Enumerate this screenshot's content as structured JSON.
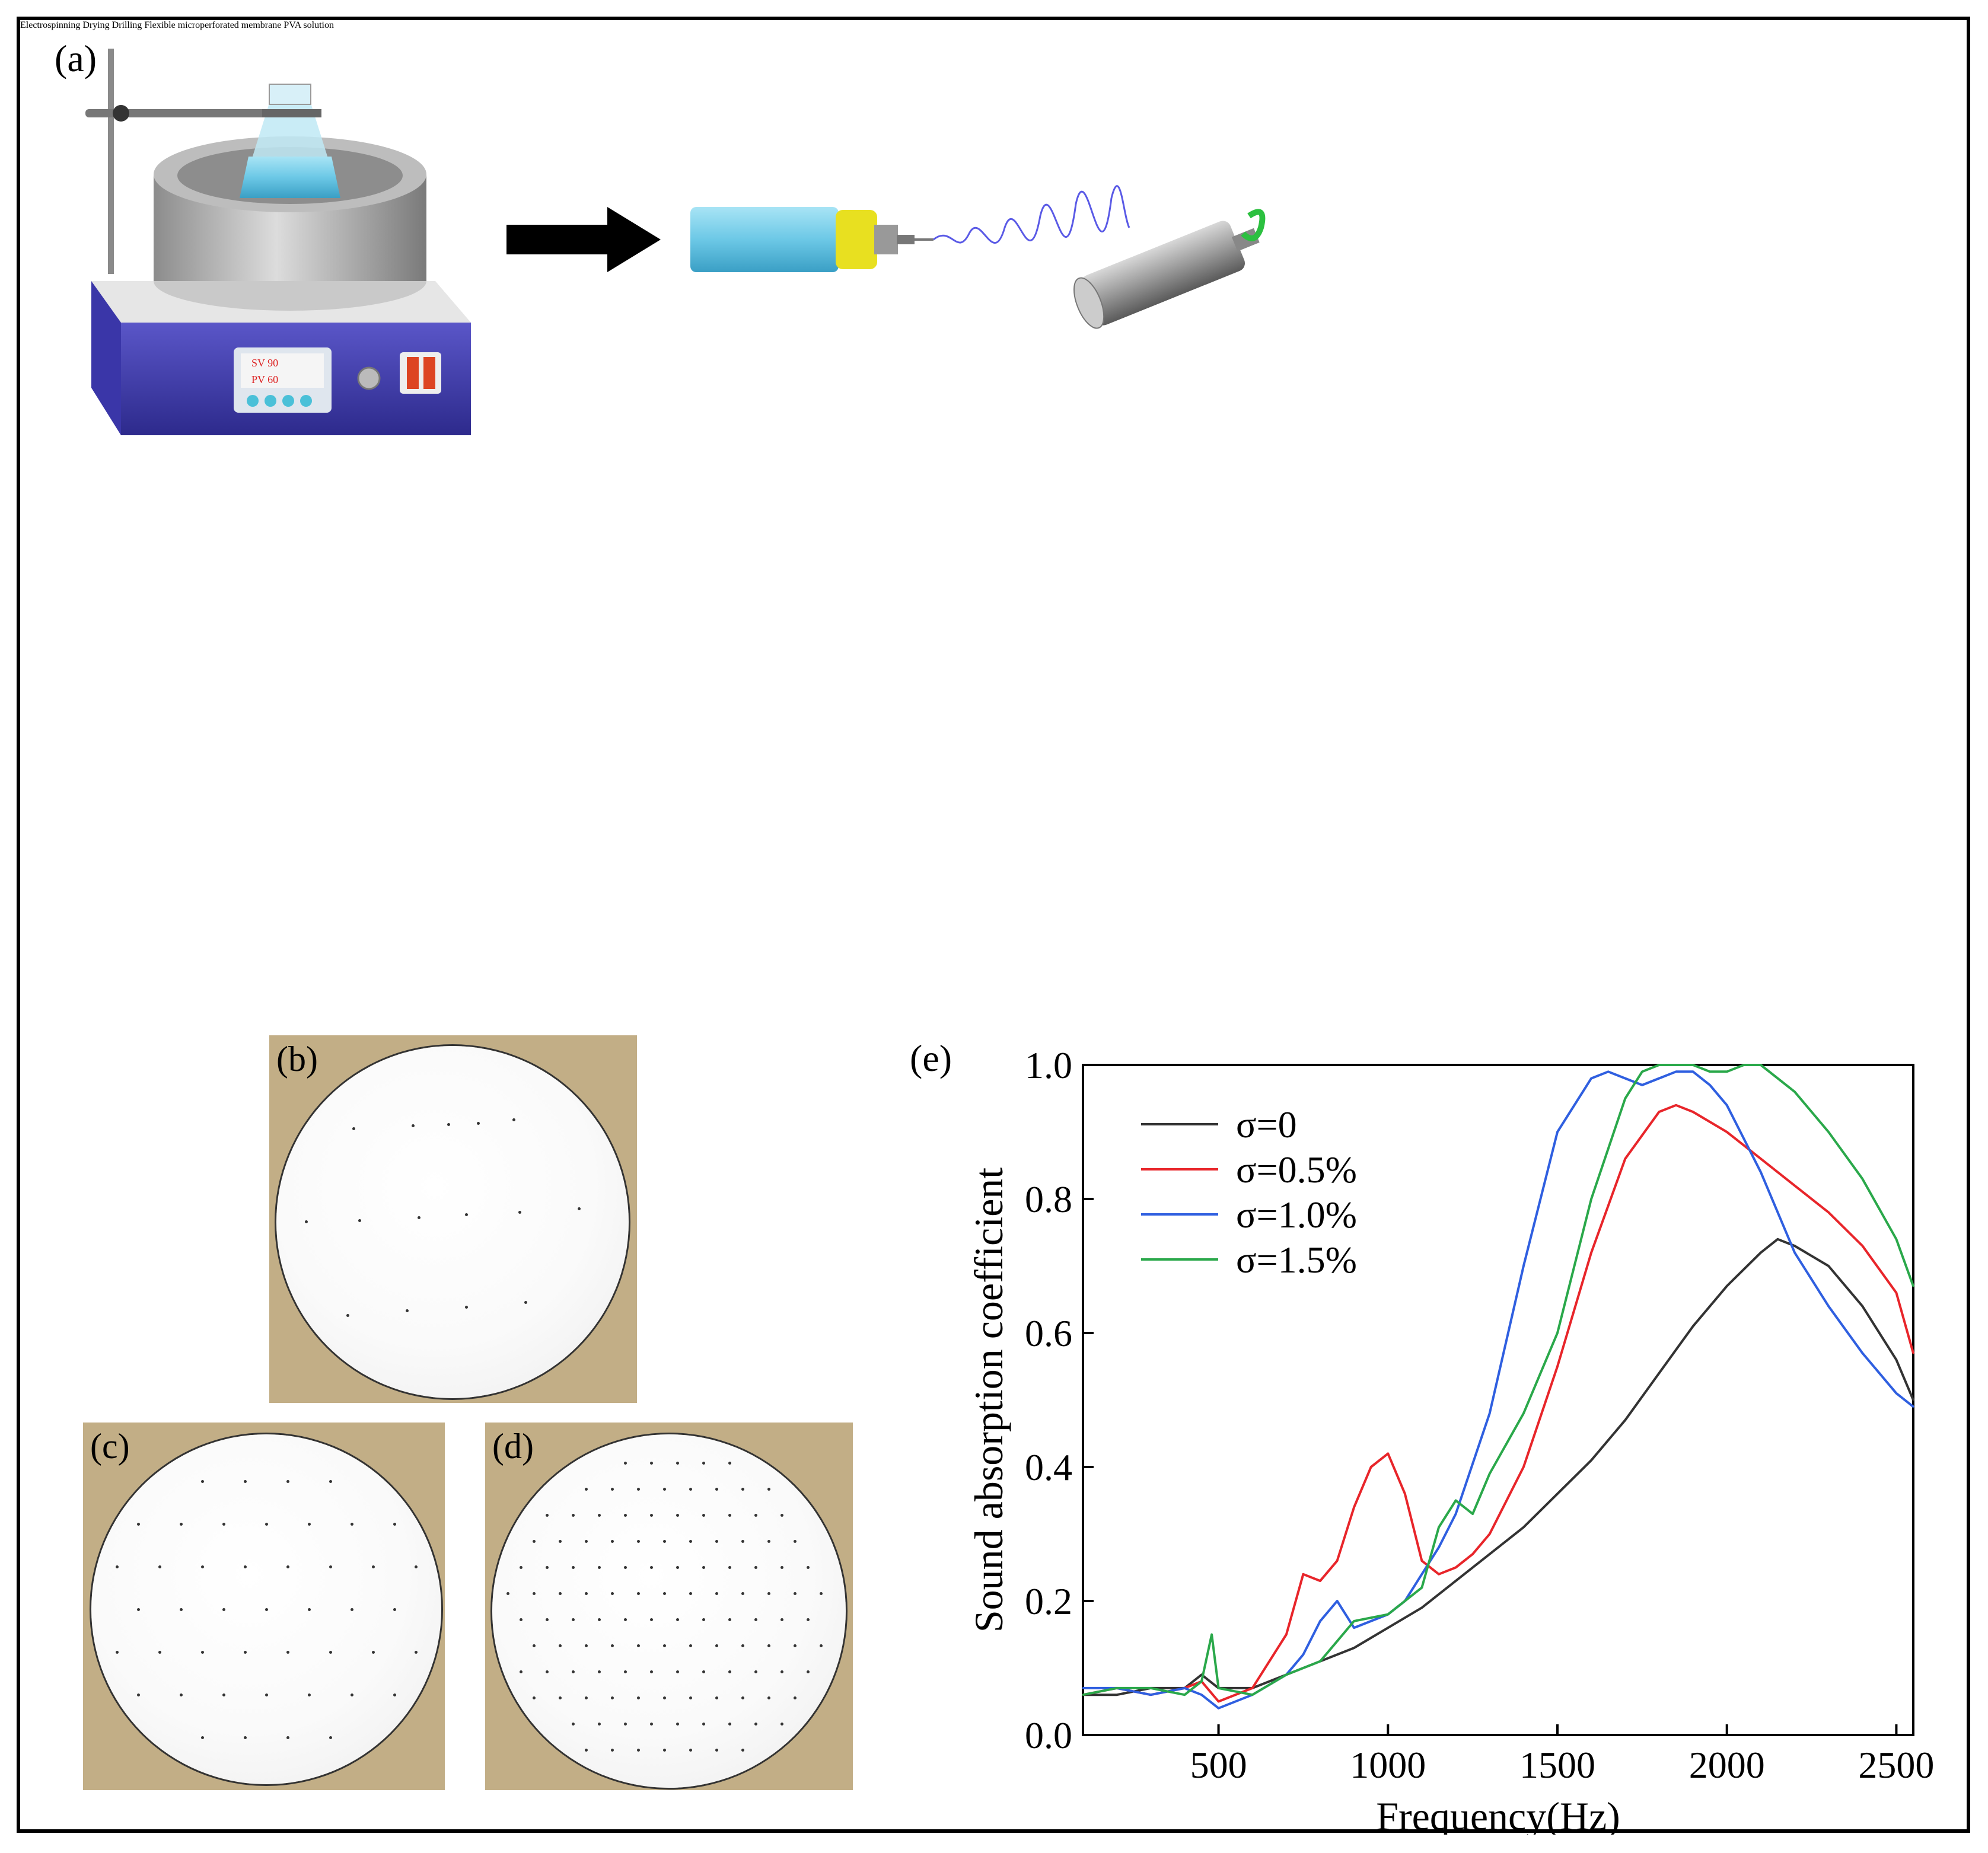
{
  "panels": {
    "a": {
      "label": "(a)"
    },
    "b": {
      "label": "(b)"
    },
    "c": {
      "label": "(c)"
    },
    "d": {
      "label": "(d)"
    },
    "e": {
      "label": "(e)"
    }
  },
  "process": {
    "steps": [
      {
        "label": "PVA solution"
      },
      {
        "label": "Electrospinning"
      },
      {
        "label": "Drying"
      },
      {
        "label": "Drilling"
      },
      {
        "label": "Flexible microperforated membrane"
      }
    ],
    "device_display": {
      "line1": "SV 90",
      "line2": "PV 60"
    }
  },
  "colors": {
    "sigma_0": "#333333",
    "sigma_0_5": "#e8252a",
    "sigma_1_0": "#2f5fe0",
    "sigma_1_5": "#2aa84a",
    "membrane": "#1f6fb5",
    "photo_background": "#c2ae86"
  },
  "chart_data": {
    "type": "line",
    "title": "",
    "xlabel": "Frequency(Hz)",
    "ylabel": "Sound absorption coefficient",
    "xlim": [
      100,
      2550
    ],
    "ylim": [
      0.0,
      1.0
    ],
    "xticks": [
      500,
      1000,
      1500,
      2000,
      2500
    ],
    "xtick_labels": [
      "500",
      "1000",
      "1500",
      "2000",
      "2500"
    ],
    "yticks": [
      0.0,
      0.2,
      0.4,
      0.6,
      0.8,
      1.0
    ],
    "ytick_labels": [
      "0.0",
      "0.2",
      "0.4",
      "0.6",
      "0.8",
      "1.0"
    ],
    "grid": false,
    "legend_position": "top-left",
    "series": [
      {
        "name": "σ=0",
        "color": "#333333",
        "x": [
          100,
          200,
          300,
          400,
          450,
          500,
          600,
          700,
          800,
          900,
          1000,
          1100,
          1200,
          1300,
          1400,
          1500,
          1600,
          1700,
          1800,
          1900,
          2000,
          2100,
          2150,
          2200,
          2300,
          2400,
          2500,
          2550
        ],
        "y": [
          0.06,
          0.06,
          0.07,
          0.07,
          0.09,
          0.07,
          0.07,
          0.09,
          0.11,
          0.13,
          0.16,
          0.19,
          0.23,
          0.27,
          0.31,
          0.36,
          0.41,
          0.47,
          0.54,
          0.61,
          0.67,
          0.72,
          0.74,
          0.73,
          0.7,
          0.64,
          0.56,
          0.5
        ]
      },
      {
        "name": "σ=0.5%",
        "color": "#e8252a",
        "x": [
          100,
          200,
          300,
          400,
          450,
          500,
          600,
          700,
          750,
          800,
          850,
          900,
          950,
          1000,
          1050,
          1100,
          1150,
          1200,
          1250,
          1300,
          1400,
          1500,
          1600,
          1700,
          1800,
          1850,
          1900,
          2000,
          2100,
          2200,
          2300,
          2400,
          2500,
          2550
        ],
        "y": [
          0.06,
          0.07,
          0.06,
          0.07,
          0.08,
          0.05,
          0.07,
          0.15,
          0.24,
          0.23,
          0.26,
          0.34,
          0.4,
          0.42,
          0.36,
          0.26,
          0.24,
          0.25,
          0.27,
          0.3,
          0.4,
          0.55,
          0.72,
          0.86,
          0.93,
          0.94,
          0.93,
          0.9,
          0.86,
          0.82,
          0.78,
          0.73,
          0.66,
          0.57
        ]
      },
      {
        "name": "σ=1.0%",
        "color": "#2f5fe0",
        "x": [
          100,
          200,
          300,
          400,
          450,
          500,
          600,
          700,
          750,
          800,
          850,
          900,
          950,
          1000,
          1050,
          1100,
          1150,
          1200,
          1300,
          1400,
          1500,
          1600,
          1650,
          1700,
          1750,
          1800,
          1850,
          1900,
          1950,
          2000,
          2100,
          2200,
          2300,
          2400,
          2500,
          2550
        ],
        "y": [
          0.07,
          0.07,
          0.06,
          0.07,
          0.06,
          0.04,
          0.06,
          0.09,
          0.12,
          0.17,
          0.2,
          0.16,
          0.17,
          0.18,
          0.2,
          0.24,
          0.28,
          0.33,
          0.48,
          0.7,
          0.9,
          0.98,
          0.99,
          0.98,
          0.97,
          0.98,
          0.99,
          0.99,
          0.97,
          0.94,
          0.84,
          0.72,
          0.64,
          0.57,
          0.51,
          0.49
        ]
      },
      {
        "name": "σ=1.5%",
        "color": "#2aa84a",
        "x": [
          100,
          200,
          300,
          400,
          450,
          480,
          500,
          600,
          700,
          800,
          850,
          900,
          1000,
          1100,
          1150,
          1200,
          1250,
          1300,
          1400,
          1500,
          1600,
          1700,
          1750,
          1800,
          1900,
          1950,
          2000,
          2050,
          2100,
          2200,
          2300,
          2400,
          2500,
          2550
        ],
        "y": [
          0.06,
          0.07,
          0.07,
          0.06,
          0.08,
          0.15,
          0.07,
          0.06,
          0.09,
          0.11,
          0.14,
          0.17,
          0.18,
          0.22,
          0.31,
          0.35,
          0.33,
          0.39,
          0.48,
          0.6,
          0.8,
          0.95,
          0.99,
          1.0,
          1.0,
          0.99,
          0.99,
          1.0,
          1.0,
          0.96,
          0.9,
          0.83,
          0.74,
          0.67
        ]
      }
    ]
  }
}
